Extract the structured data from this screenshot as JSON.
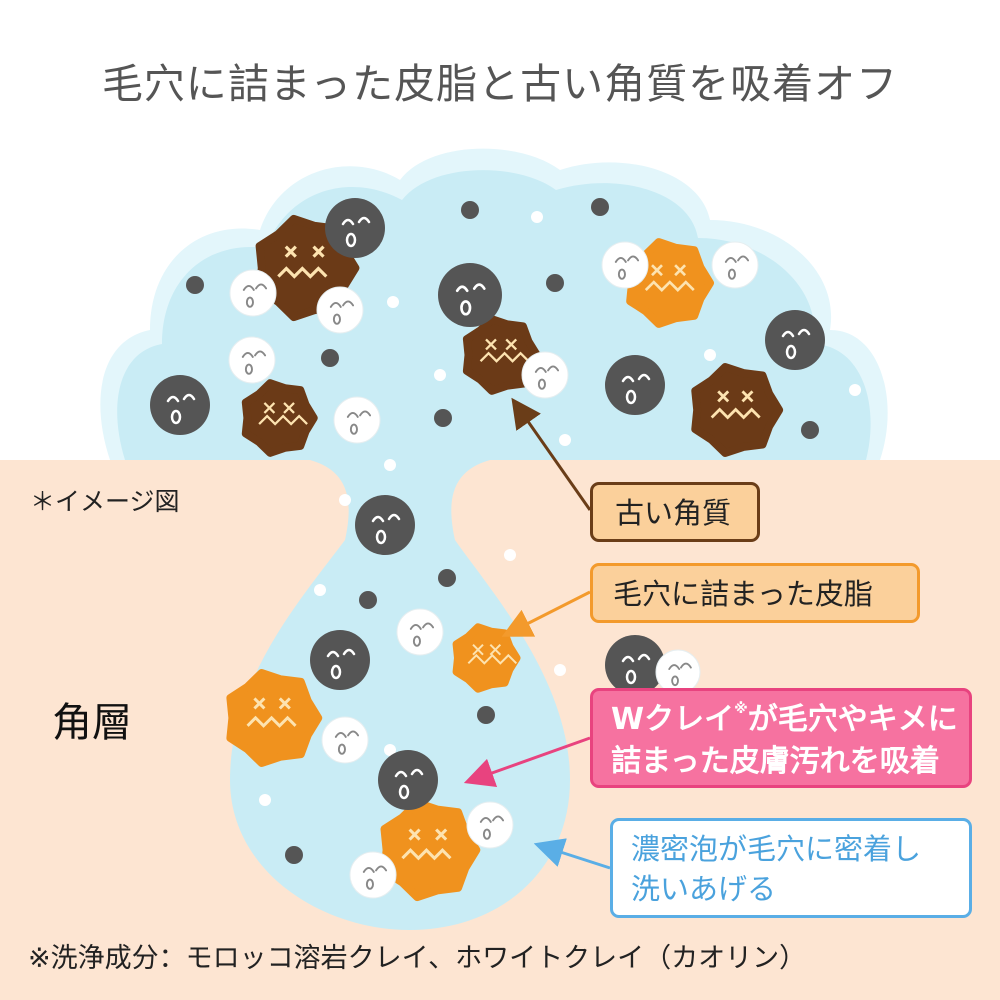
{
  "title": "毛穴に詰まった皮脂と古い角質を吸着オフ",
  "note": "＊イメージ図",
  "layer_label": "角層",
  "labels": {
    "old_keratin": "古い角質",
    "sebum": "毛穴に詰まった皮脂",
    "clay_line1_a": "Wクレイ",
    "clay_mark": "※",
    "clay_line1_b": "が毛穴やキメに",
    "clay_line2": "詰まった皮膚汚れを吸着",
    "foam_line1": "濃密泡が毛穴に密着し",
    "foam_line2": "洗いあげる"
  },
  "footnote": "※洗浄成分：モロッコ溶岩クレイ、ホワイトクレイ（カオリン）",
  "colors": {
    "skin": "#fde5d2",
    "foam": "#c9ecf5",
    "dark_clay": "#555555",
    "white_clay": "#ffffff",
    "keratin": "#6b3a17",
    "sebum": "#f0921e",
    "pink": "#f672a0",
    "blue": "#5aaee6"
  }
}
